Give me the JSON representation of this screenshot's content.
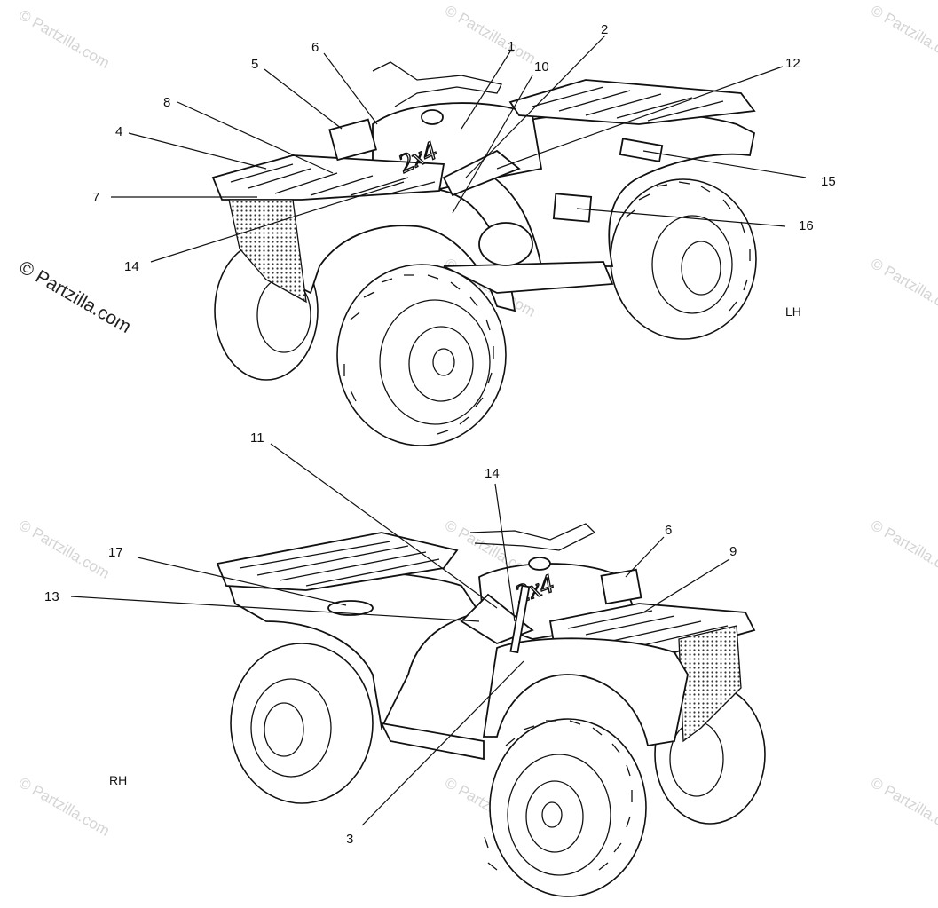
{
  "watermark": {
    "main": "© Partzilla.com",
    "faint": "© Partzilla.com"
  },
  "views": {
    "top": {
      "side_label": "LH"
    },
    "bottom": {
      "side_label": "RH"
    }
  },
  "callouts": {
    "top": [
      "1",
      "2",
      "4",
      "5",
      "6",
      "7",
      "8",
      "10",
      "12",
      "14",
      "15",
      "16"
    ],
    "bottom": [
      "3",
      "6",
      "9",
      "11",
      "13",
      "14",
      "17"
    ]
  },
  "decal_text": "2x4"
}
